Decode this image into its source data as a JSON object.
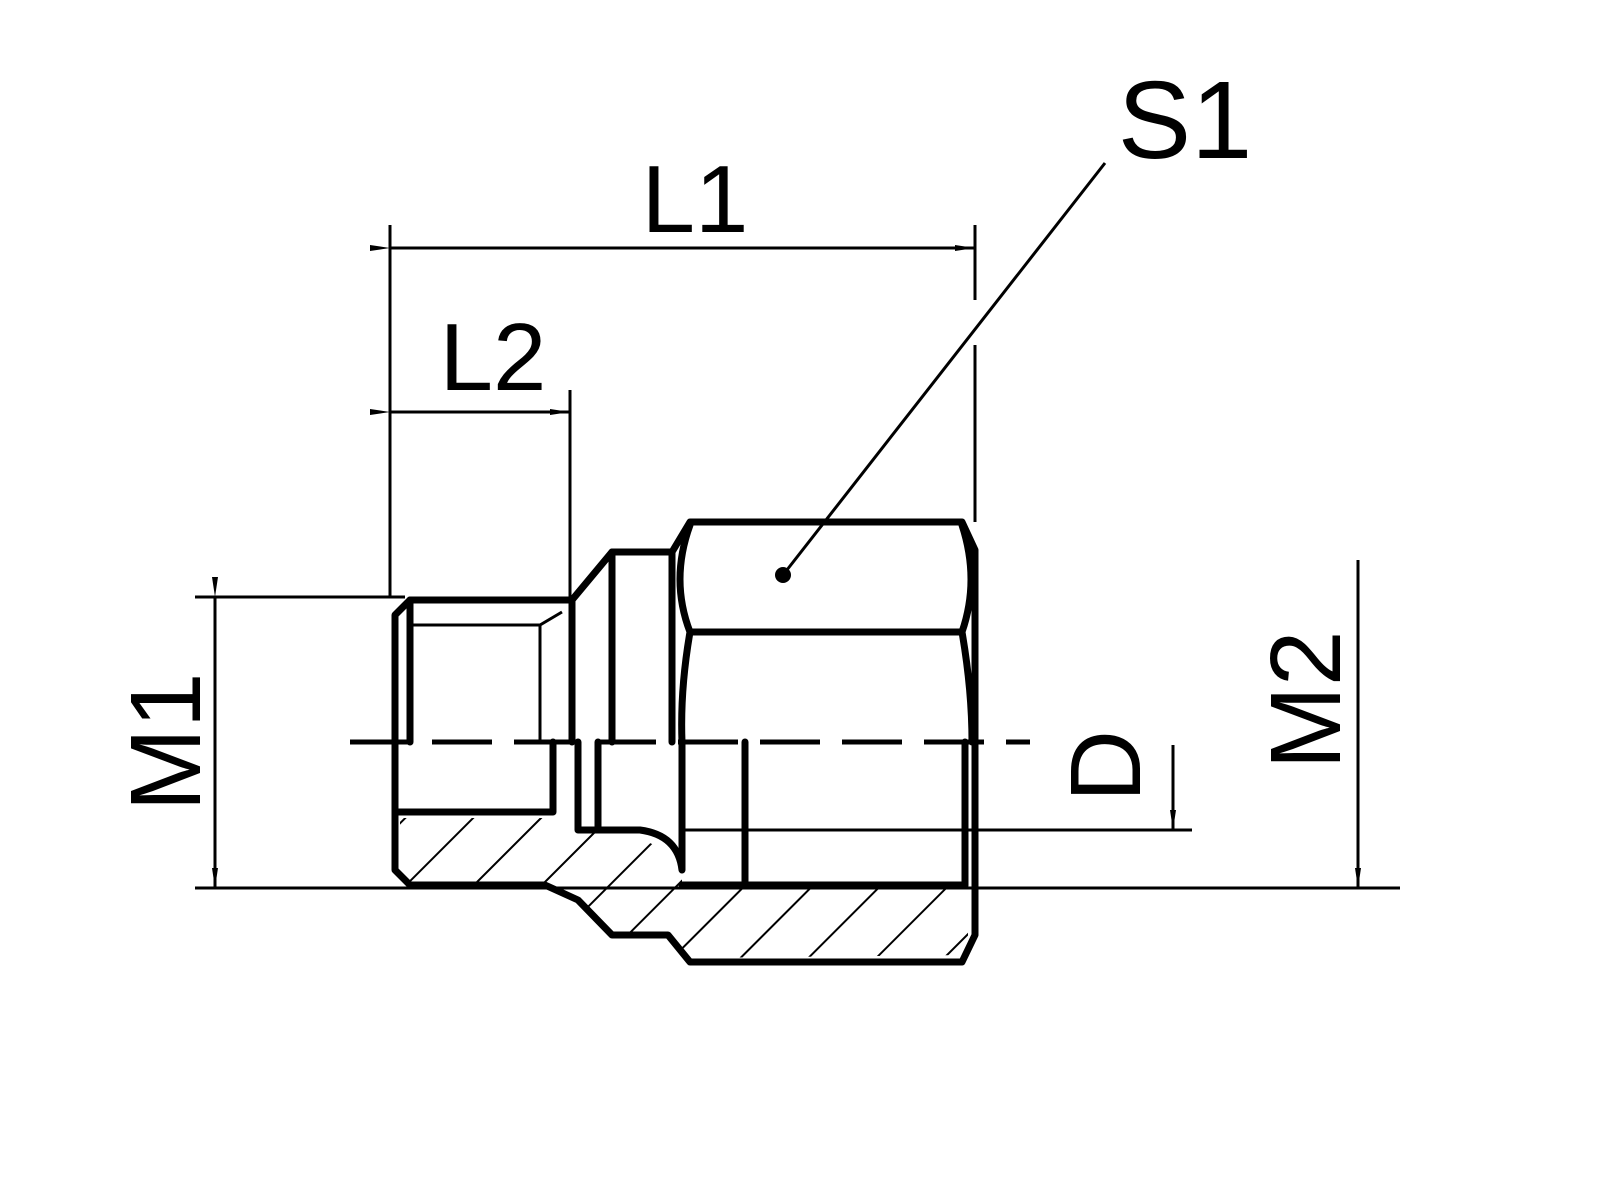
{
  "drawing": {
    "title": "Reducing adapter fitting – dimension drawing",
    "labels": {
      "l1": "L1",
      "l2": "L2",
      "s1": "S1",
      "m1": "M1",
      "m2": "M2",
      "d": "D"
    },
    "colors": {
      "line": "#000000",
      "background": "#ffffff"
    }
  }
}
